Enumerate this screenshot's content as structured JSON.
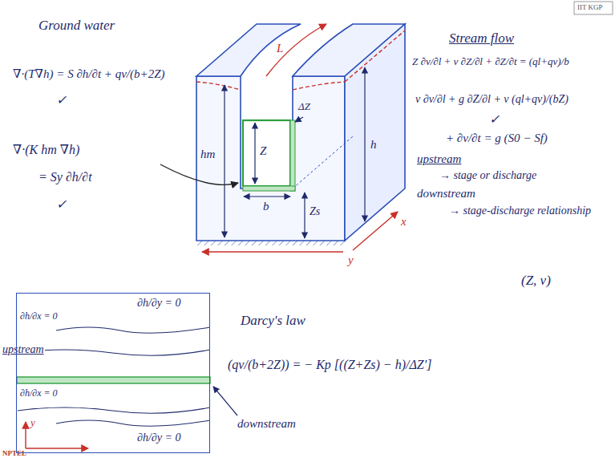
{
  "diagram": {
    "nodes": [
      {
        "text": [
          "∂h/∂y = 0",
          "∂h/∂x = 0",
          "∂h/∂x = 0",
          "∂h/∂y = 0"
        ]
      }
    ],
    "labels": [
      "IIT KGP",
      "Ground water",
      "∇·(T∇h) = S ∂h/∂t + qv/(b+2Z)",
      "✓",
      "∇·(K hm ∇h)",
      "= Sy ∂h/∂t",
      "✓",
      "L",
      "hm",
      "Z",
      "ΔZ",
      "h",
      "b",
      "Zs",
      "x",
      "y",
      "Stream flow",
      "Z ∂v/∂l + v ∂Z/∂l + ∂Z/∂t = (ql+qv)/b",
      "v ∂v/∂l + g ∂Z/∂l + v (ql+qv)/(bZ)",
      "✓",
      "+ ∂v/∂t = g (S0 − Sf)",
      "upstream",
      "→ stage or discharge",
      "downstream",
      "→ stage-discharge relationship",
      "Darcy's law",
      "(qv/(b+2Z)) = − Kp [((Z+Zs) − h)/ΔZ′]",
      "(Z, v)",
      "upstream",
      "downstream",
      "y",
      "NPTEL"
    ]
  }
}
